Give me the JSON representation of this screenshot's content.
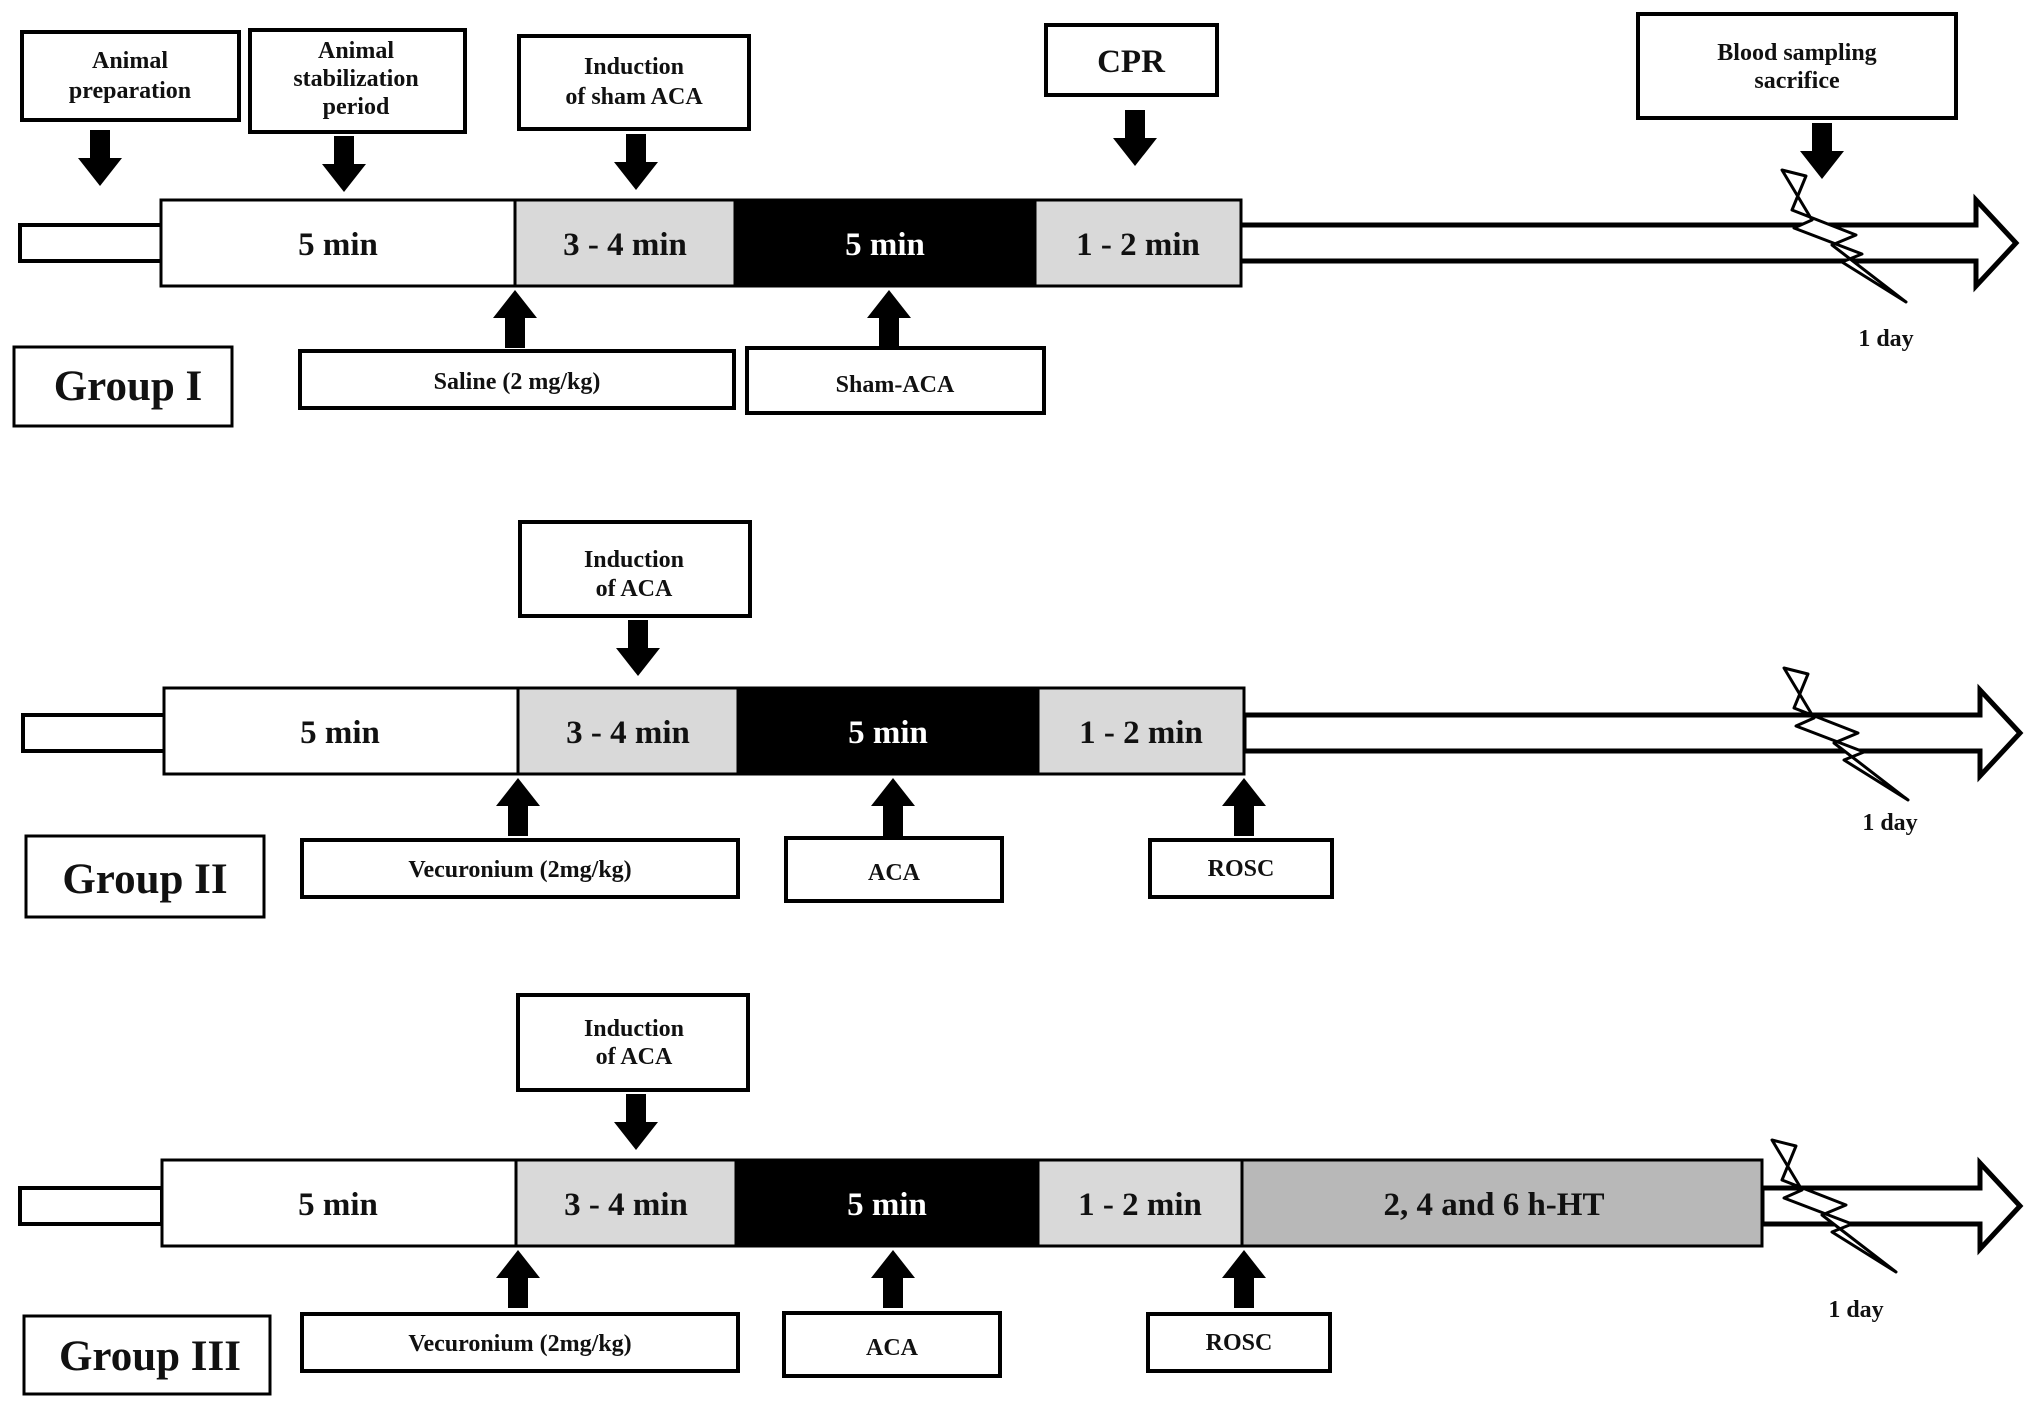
{
  "colors": {
    "segment_white": "#ffffff",
    "segment_light": "#d9d9d9",
    "segment_black": "#000000",
    "segment_ht": "#b8b8b8",
    "outline": "#000000"
  },
  "top_labels": {
    "animal_preparation": [
      "Animal",
      "preparation"
    ],
    "stabilization": [
      "Animal",
      "stabilization",
      "period"
    ],
    "induction_sham": [
      "Induction",
      "of sham ACA"
    ],
    "cpr": "CPR",
    "blood_sampling": [
      "Blood sampling",
      "sacrifice"
    ],
    "induction_aca": [
      "Induction",
      "of  ACA"
    ]
  },
  "segments": {
    "stabilization": "5 min",
    "induction": "3 - 4 min",
    "arrest": "5 min",
    "cpr": "1 - 2 min",
    "hypothermia": "2, 4 and 6 h-HT"
  },
  "groups": [
    {
      "name": "Group I",
      "bottom_labels": [
        "Saline (2 mg/kg)",
        "Sham-ACA"
      ],
      "day_label": "1 day"
    },
    {
      "name": "Group II",
      "bottom_labels": [
        "Vecuronium (2mg/kg)",
        "ACA",
        "ROSC"
      ],
      "day_label": "1 day"
    },
    {
      "name": "Group III",
      "bottom_labels": [
        "Vecuronium (2mg/kg)",
        "ACA",
        "ROSC"
      ],
      "day_label": "1 day"
    }
  ]
}
